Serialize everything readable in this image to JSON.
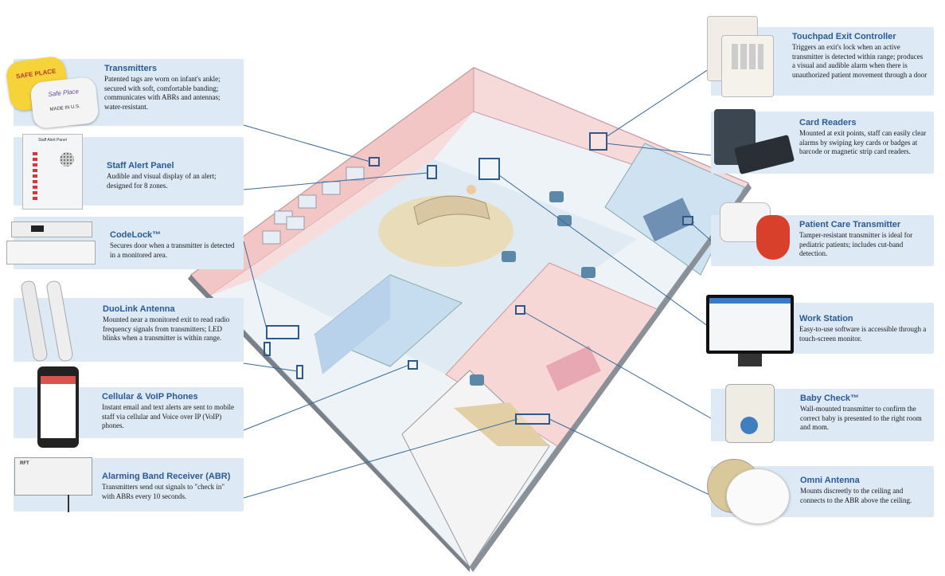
{
  "callouts": {
    "transmitters": {
      "title": "Transmitters",
      "text": "Patented tags are worn on infant's ankle; secured with soft, comfortable banding; communicates with ABRs and antennas; water-resistant.",
      "tag_label_1": "SAFE PLACE",
      "tag_label_2": "Safe Place",
      "tag_label_3": "MADE IN U.S."
    },
    "staff_alert": {
      "title": "Staff Alert Panel",
      "text": "Audible and visual display of an alert; designed for 8 zones.",
      "panel_label": "Staff Alert Panel"
    },
    "codelock": {
      "title": "CodeLock™",
      "text": "Secures door when a transmitter is detected in a monitored area."
    },
    "duolink": {
      "title": "DuoLink Antenna",
      "text": "Mounted near a monitored exit to read radio frequency signals from transmitters; LED blinks when a transmitter is within range."
    },
    "phones": {
      "title": "Cellular & VoIP Phones",
      "text": "Instant email and text alerts are sent to mobile staff via cellular and Voice over IP (VoIP) phones."
    },
    "abr": {
      "title": "Alarming Band Receiver (ABR)",
      "text": "Transmitters send out signals to \"check in\" with ABRs every 10 seconds.",
      "device_label": "RFT"
    },
    "touchpad": {
      "title": "Touchpad Exit Controller",
      "text": "Triggers an exit's lock when an active transmitter is detected within range; produces a visual and audible alarm when there is unauthorized patient movement through a door"
    },
    "card_readers": {
      "title": "Card Readers",
      "text": "Mounted at exit points, staff can easily clear alarms by swiping key cards or badges at barcode or magnetic strip card readers."
    },
    "patient_care": {
      "title": "Patient Care Transmitter",
      "text": "Tamper-resistant transmitter is ideal for pediatric patients; includes cut-band detection."
    },
    "workstation": {
      "title": "Work Station",
      "text": "Easy-to-use software is accessible through a touch-screen monitor."
    },
    "baby_check": {
      "title": "Baby Check™",
      "text": "Wall-mounted transmitter to confirm the correct baby is presented to the right room and mom."
    },
    "omni": {
      "title": "Omni Antenna",
      "text": "Mounts discreetly to the ceiling and connects to the ABR above the ceiling."
    }
  },
  "colors": {
    "card_bg": "#dde9f5",
    "title_blue": "#2a5a9a",
    "connector": "#3a6a9a",
    "hotspot": "#2c5a8c",
    "nursery_pink": "#f3c6c6",
    "room_blue": "#c6ddf0",
    "floor_tan": "#e9dcb8"
  }
}
